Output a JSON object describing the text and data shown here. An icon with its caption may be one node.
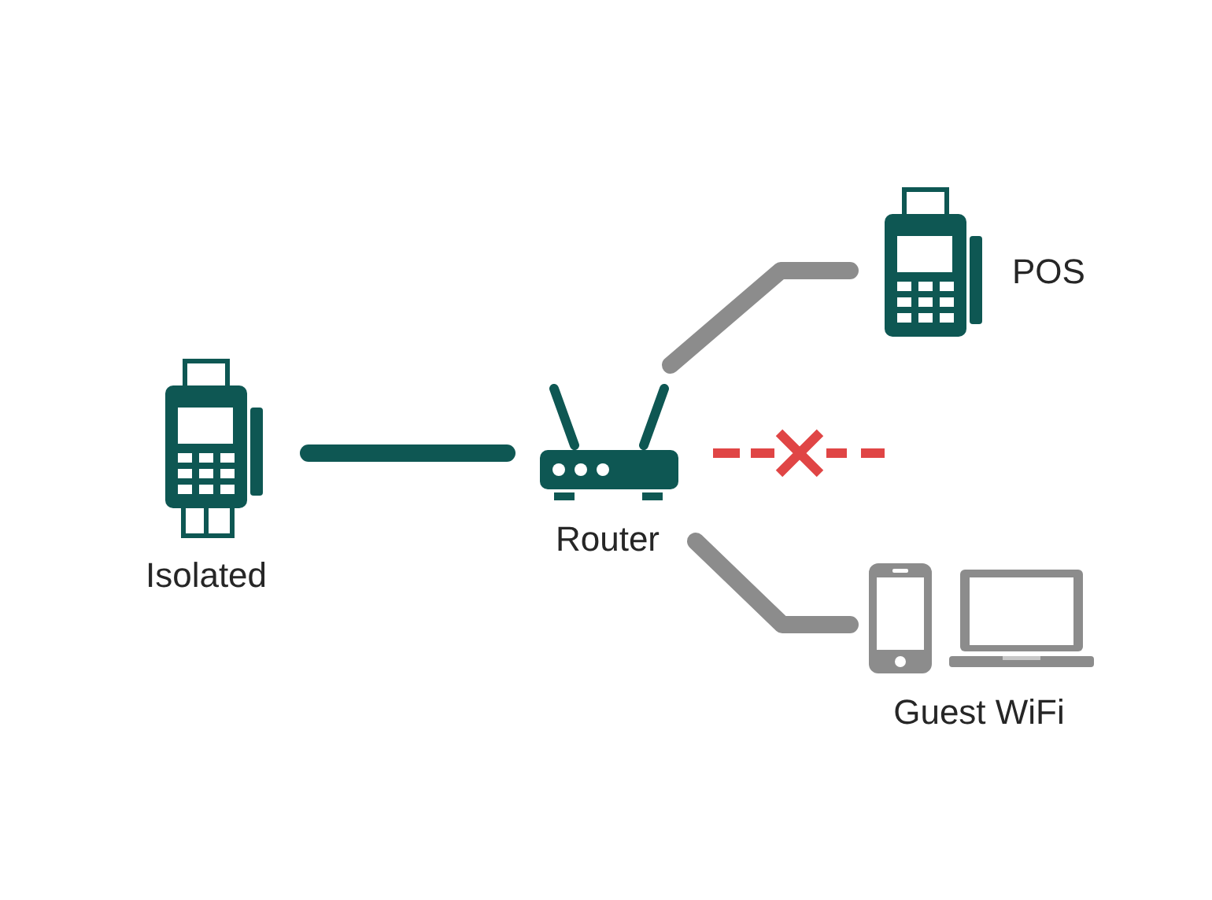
{
  "diagram": {
    "nodes": [
      {
        "text": [
          "Isolated"
        ]
      },
      {
        "text": [
          "Router"
        ]
      },
      {
        "text": [
          "POS"
        ]
      },
      {
        "text": [
          "Guest WiFi"
        ]
      }
    ],
    "edges": [
      {
        "from": 0,
        "to": 1,
        "arrow": "none",
        "color": "#0e5753"
      },
      {
        "from": 1,
        "to": 2,
        "arrow": "none"
      },
      {
        "from": 1,
        "to": 3,
        "arrow": "none"
      },
      {
        "from": 1,
        "to": null,
        "arrow": "none",
        "style": "dashed",
        "color": "#e04545"
      }
    ]
  }
}
